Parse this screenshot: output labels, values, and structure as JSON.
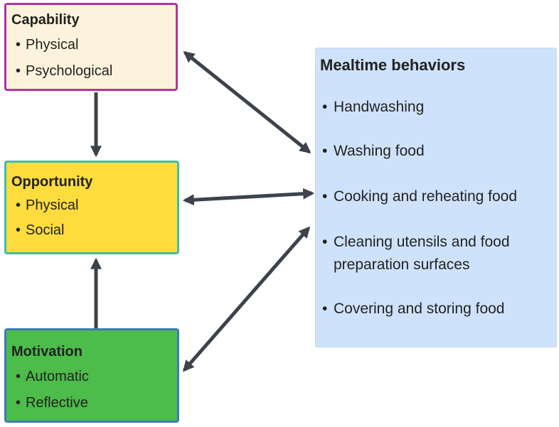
{
  "capability": {
    "title": "Capability",
    "items": [
      "Physical",
      "Psychological"
    ]
  },
  "opportunity": {
    "title": "Opportunity",
    "items": [
      "Physical",
      "Social"
    ]
  },
  "motivation": {
    "title": "Motivation",
    "items": [
      "Automatic",
      "Reflective"
    ]
  },
  "behaviors": {
    "title": "Mealtime behaviors",
    "items": [
      "Handwashing",
      "Washing food",
      "Cooking and reheating food",
      "Cleaning utensils and food preparation surfaces",
      "Covering and storing food"
    ]
  },
  "colors": {
    "capability_fill": "#fdf3dc",
    "capability_border": "#b233a6",
    "opportunity_fill": "#fddc3d",
    "opportunity_border": "#3ebda8",
    "motivation_fill": "#4cbc4a",
    "motivation_border": "#3f7bbd",
    "behaviors_fill": "#cfe2fb",
    "arrow": "#3d434d"
  }
}
